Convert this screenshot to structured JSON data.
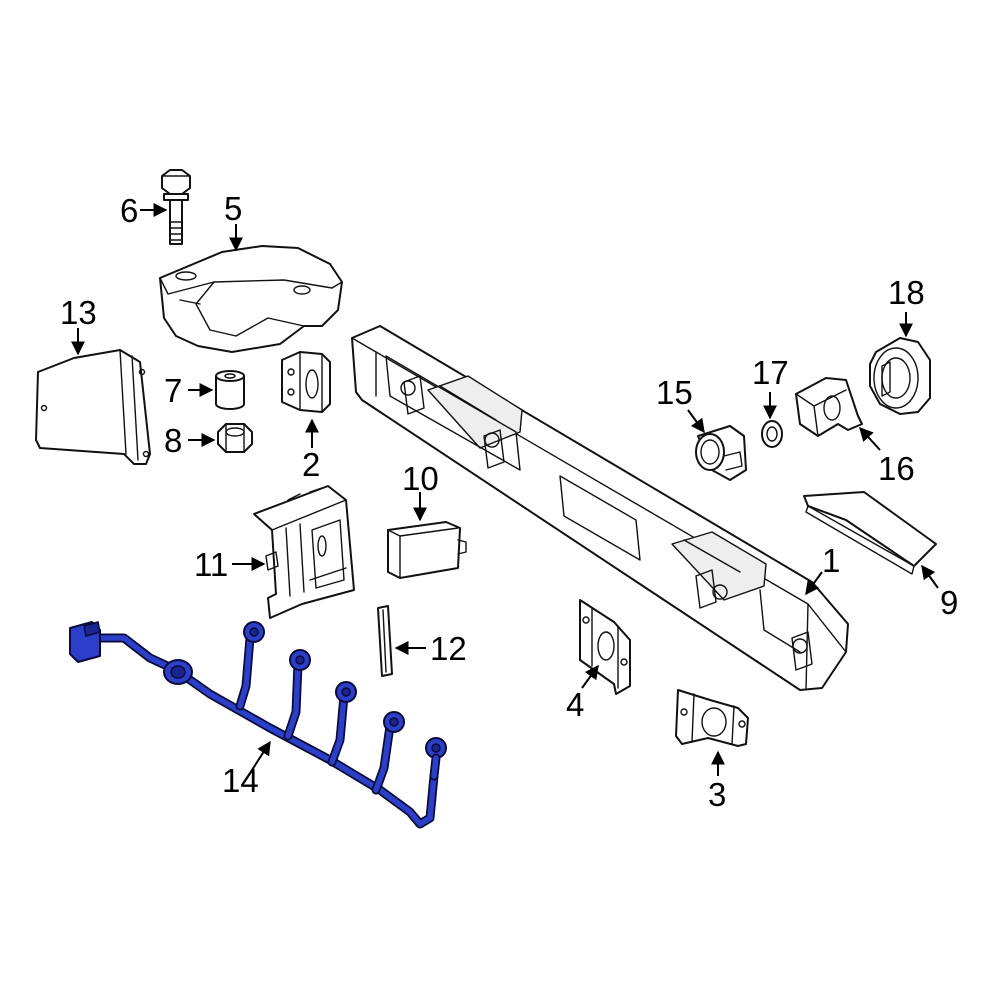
{
  "diagram": {
    "highlight_color": "#2b3fc8",
    "callouts": [
      {
        "id": "1",
        "label": "1"
      },
      {
        "id": "2",
        "label": "2"
      },
      {
        "id": "3",
        "label": "3"
      },
      {
        "id": "4",
        "label": "4"
      },
      {
        "id": "5",
        "label": "5"
      },
      {
        "id": "6",
        "label": "6"
      },
      {
        "id": "7",
        "label": "7"
      },
      {
        "id": "8",
        "label": "8"
      },
      {
        "id": "9",
        "label": "9"
      },
      {
        "id": "10",
        "label": "10"
      },
      {
        "id": "11",
        "label": "11"
      },
      {
        "id": "12",
        "label": "12"
      },
      {
        "id": "13",
        "label": "13"
      },
      {
        "id": "14",
        "label": "14"
      },
      {
        "id": "15",
        "label": "15"
      },
      {
        "id": "16",
        "label": "16"
      },
      {
        "id": "17",
        "label": "17"
      },
      {
        "id": "18",
        "label": "18"
      }
    ]
  }
}
